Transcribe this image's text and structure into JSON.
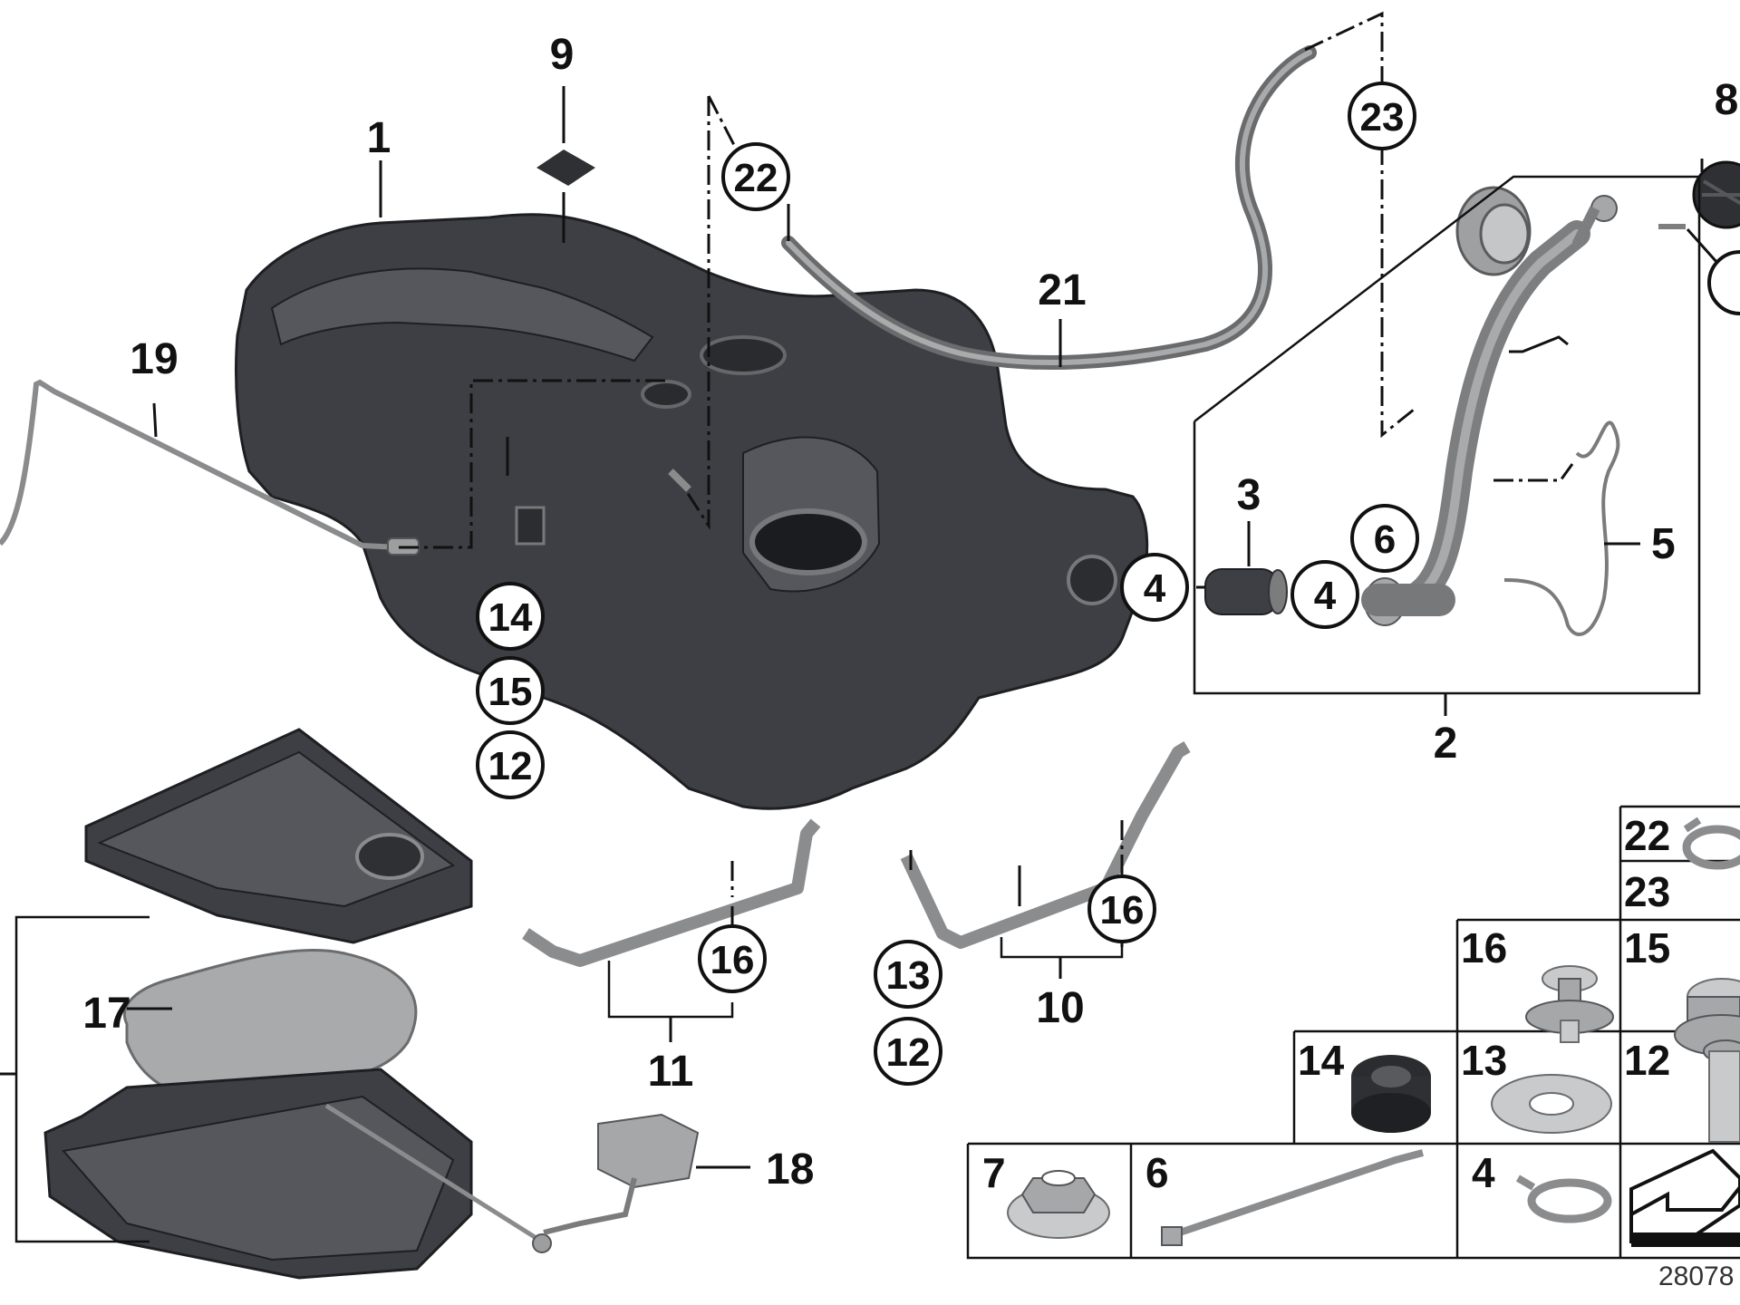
{
  "callouts": {
    "c1": "1",
    "c2": "2",
    "c3": "3",
    "c4a": "4",
    "c4b": "4",
    "c5": "5",
    "c6": "6",
    "c8": "8",
    "c9": "9",
    "c10": "10",
    "c11": "11",
    "c12a": "12",
    "c12b": "12",
    "c13": "13",
    "c14": "14",
    "c15": "15",
    "c16a": "16",
    "c16b": "16",
    "c17": "17",
    "c18": "18",
    "c19": "19",
    "c21": "21",
    "c22": "22",
    "c23": "23"
  },
  "parts_table": {
    "cells": {
      "t22": "22",
      "t23": "23",
      "t16": "16",
      "t15": "15",
      "t14": "14",
      "t13": "13",
      "t12": "12",
      "t7": "7",
      "t6": "6",
      "t4": "4"
    }
  },
  "footer": {
    "diagram_number": "28078"
  },
  "colors": {
    "tank": "#3d3f44",
    "metal": "#a6a7a9",
    "line": "#111111"
  }
}
